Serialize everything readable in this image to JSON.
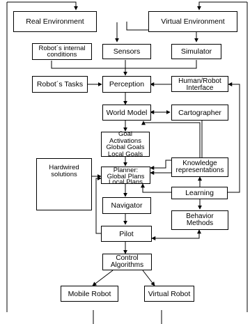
{
  "nodes": {
    "real_env": "Real Environment",
    "virtual_env": "Virtual Environment",
    "internal": "Robot´s internal\nconditions",
    "sensors": "Sensors",
    "simulator": "Simulator",
    "tasks": "Robot´s Tasks",
    "perception": "Perception",
    "hri": "Human/Robot\nInterface",
    "world_model": "World Model",
    "cartographer": "Cartographer",
    "goals": "Goal Activations\nGlobal Goals\nLocal Goals",
    "hardwired": "Hardwired\nsolutions",
    "knowledge": "Knowledge\nrepresentations",
    "planner": "Planner:\nGlobal Plans\nLocal Plans",
    "learning": "Learning",
    "navigator": "Navigator",
    "behavior": "Behavior\nMethods",
    "pilot": "Pilot",
    "control": "Control\nAlgorithms",
    "mobile_robot": "Mobile Robot",
    "virtual_robot": "Virtual Robot"
  }
}
